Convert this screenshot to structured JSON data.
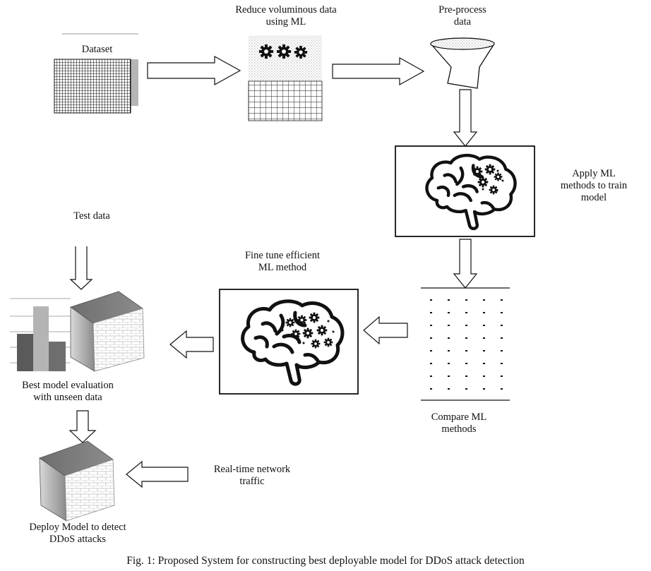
{
  "labels": {
    "dataset": "Dataset",
    "reduce_line1": "Reduce voluminous data",
    "reduce_line2": "using ML",
    "preprocess_line1": "Pre-process",
    "preprocess_line2": "data",
    "apply_line1": "Apply ML",
    "apply_line2": "methods to train",
    "apply_line3": "model",
    "test_data": "Test data",
    "finetune_line1": "Fine tune efficient",
    "finetune_line2": "ML method",
    "compare_line1": "Compare ML",
    "compare_line2": "methods",
    "best_line1": "Best model evaluation",
    "best_line2": "with unseen data",
    "realtime_line1": "Real-time network",
    "realtime_line2": "traffic",
    "deploy_line1": "Deploy Model to detect",
    "deploy_line2": "DDoS attacks"
  },
  "caption": "Fig. 1: Proposed System for constructing best deployable model for DDoS attack detection"
}
